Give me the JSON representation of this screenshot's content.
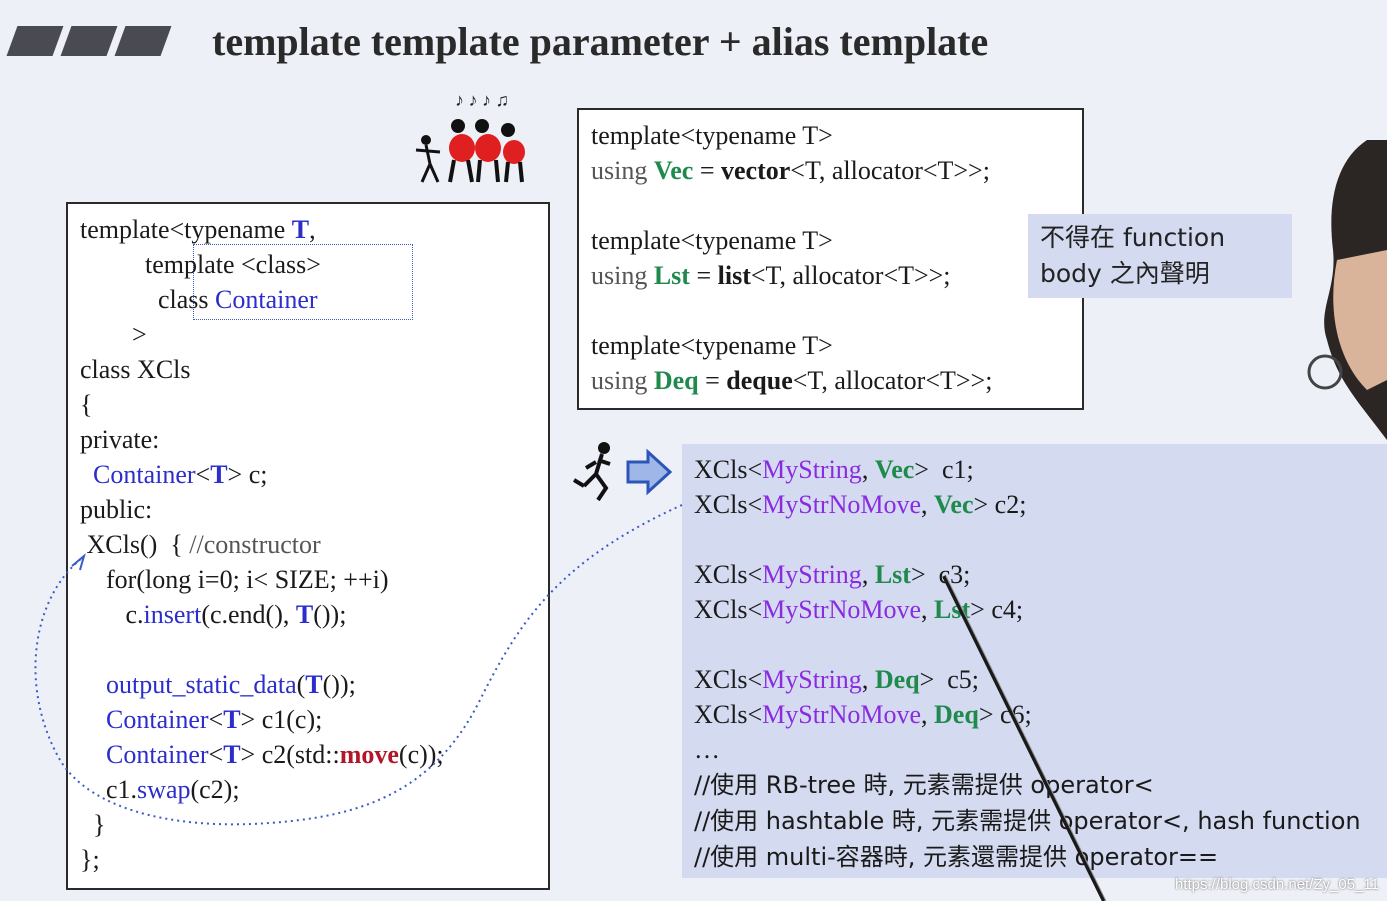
{
  "title": "template template parameter + alias template",
  "left_code": {
    "l1a": "template<typename ",
    "l1b": "T",
    "l1c": ",",
    "l2": "template <class>",
    "l3a": "class ",
    "l3b": "Container",
    "l4": ">",
    "l5": "class XCls",
    "l6": "{",
    "l7": "private:",
    "l8a": "Container",
    "l8b": "<",
    "l8c": "T",
    "l8d": "> c;",
    "l9": "public:",
    "l10a": "XCls()  { ",
    "l10b": "//constructor",
    "l11": "for(long i=0; i< SIZE; ++i)",
    "l12a": "c.",
    "l12b": "insert",
    "l12c": "(c.end(), ",
    "l12d": "T",
    "l12e": "());",
    "l13a": "output_static_data",
    "l13b": "(",
    "l13c": "T",
    "l13d": "());",
    "l14a": "Container",
    "l14b": "<",
    "l14c": "T",
    "l14d": "> c1(c);",
    "l15a": "Container",
    "l15b": "<",
    "l15c": "T",
    "l15d": "> c2(std::",
    "l15e": "move",
    "l15f": "(c));",
    "l16a": "c1.",
    "l16b": "swap",
    "l16c": "(c2);",
    "l17": "}",
    "l18": "};"
  },
  "alias_code": [
    {
      "t": "template<typename T>",
      "using": "using ",
      "name": "Vec",
      "eq": " = ",
      "cont": "vector",
      "rest": "<T, allocator<T>>;"
    },
    {
      "t": "template<typename T>",
      "using": "using ",
      "name": "Lst",
      "eq": " = ",
      "cont": "list",
      "rest": "<T, allocator<T>>;"
    },
    {
      "t": "template<typename T>",
      "using": "using ",
      "name": "Deq",
      "eq": " = ",
      "cont": "deque",
      "rest": "<T, allocator<T>>;"
    }
  ],
  "note": {
    "line1": "不得在 function",
    "line2": "body 之內聲明"
  },
  "usage": [
    {
      "a": "XCls<",
      "b": "MyString",
      "c": ", ",
      "d": "Vec",
      "e": ">  c1;"
    },
    {
      "a": "XCls<",
      "b": "MyStrNoMove",
      "c": ", ",
      "d": "Vec",
      "e": "> c2;"
    },
    {
      "a": "XCls<",
      "b": "MyString",
      "c": ", ",
      "d": "Lst",
      "e": ">  c3;"
    },
    {
      "a": "XCls<",
      "b": "MyStrNoMove",
      "c": ", ",
      "d": "Lst",
      "e": "> c4;"
    },
    {
      "a": "XCls<",
      "b": "MyString",
      "c": ", ",
      "d": "Deq",
      "e": ">  c5;"
    },
    {
      "a": "XCls<",
      "b": "MyStrNoMove",
      "c": ", ",
      "d": "Deq",
      "e": "> c6;"
    }
  ],
  "ellipsis": "…",
  "comments": [
    "//使用 RB-tree 時, 元素需提供 operator<",
    "//使用 hashtable 時, 元素需提供 operator<, hash function",
    "//使用 multi-容器時, 元素還需提供 operator=="
  ],
  "watermark": "https://blog.csdn.net/Zy_05_11",
  "colors": {
    "type_param": "#2d2dcc",
    "alias": "#1f8a4c",
    "class_arg": "#8a2be2",
    "move": "#b0172a",
    "panel": "#d4daef"
  }
}
